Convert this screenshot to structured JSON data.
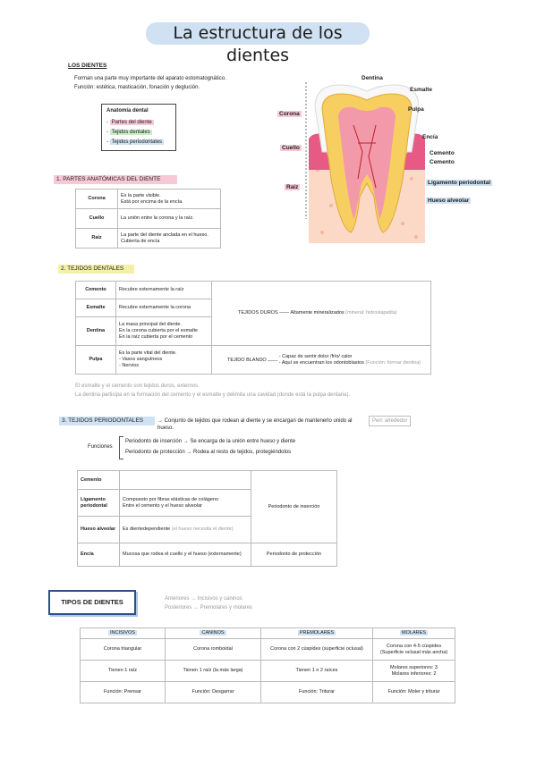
{
  "title": "La estructura de los dientes",
  "los_dientes": {
    "heading": "LOS DIENTES",
    "line1": "Forman una parte muy importante del aparato estomatognático.",
    "line2": "Función: estética, masticación, fonación y deglución."
  },
  "anatomia": {
    "heading": "Anatomía dental",
    "items": [
      "Partes del diente",
      "Tejidos dentales",
      "Tejidos periodontales"
    ]
  },
  "diagram_labels": {
    "dentina": "Dentina",
    "esmalte": "Esmalte",
    "pulpa": "Pulpa",
    "encia": "Encía",
    "cemento1": "Cemento",
    "cemento2": "Cemento",
    "ligamento": "Ligamento periodontal",
    "hueso": "Hueso alveolar",
    "corona": "Corona",
    "cuello": "Cuello",
    "raiz": "Raíz"
  },
  "partes": {
    "heading": "1.  PARTES ANATÓMICAS DEL DIENTE",
    "rows": [
      {
        "name": "Corona",
        "desc1": "Es la parte visible.",
        "desc2": "Está por encima de la encía."
      },
      {
        "name": "Cuello",
        "desc1": "La unión entre la corona y la raíz.",
        "desc2": ""
      },
      {
        "name": "Raíz",
        "desc1": "La parte del diente anclada en el hueso.",
        "desc2": "Cubierta de encía"
      }
    ]
  },
  "tejidos": {
    "heading": "2.  TEJIDOS DENTALES",
    "rows": [
      {
        "name": "Cemento",
        "desc": [
          "Recubre externamente la raíz"
        ]
      },
      {
        "name": "Esmalte",
        "desc": [
          "Recubre externamente la corona"
        ]
      },
      {
        "name": "Dentina",
        "desc": [
          "La masa principal del diente.",
          "En la corona cubierta por el esmalte",
          "En la raíz cubierta por el cemento"
        ]
      },
      {
        "name": "Pulpa",
        "desc": [
          "Es la parte vital del diente.",
          "- Vasos sanguíneos",
          "- Nervios"
        ]
      }
    ],
    "duros_label": "TEJIDOS DUROS",
    "duros_text": "Altamente mineralizados",
    "duros_note": "(mineral: hidroxiapatita)",
    "blando_label": "TEJIDO BLANDO",
    "blando_line1": "- Capaz de sentir dolor /frío/ calor",
    "blando_line2": "- Aquí se encuentran los odontoblastos",
    "blando_note": "(Función: formar dentina)",
    "note1": "El esmalte y el cemento son tejidos duros, externos.",
    "note2": "La dentina participa en la formación del cemento y el esmalte y delimita una cavidad (donde está la pulpa dentaria)."
  },
  "periodontales": {
    "heading": "3.  TEJIDOS PERIODONTALES",
    "desc": "Conjunto de tejidos que rodean al diente y se encargan de mantenerlo unido al hueso.",
    "tag": "Peri: alrededor",
    "funciones_label": "Funciones",
    "func1": "Periodonto de inserción → Se encarga de la unión entre hueso y diente",
    "func2": "Periodonto de protección → Rodea al resto de tejidos, protegiéndolos",
    "rows": [
      {
        "name": "Cemento",
        "desc": []
      },
      {
        "name": "Ligamento periodontal",
        "desc": [
          "Compuesto por fibras elásticas de colágeno",
          "Entre el cemento y el hueso alveolar"
        ]
      },
      {
        "name": "Hueso alveolar",
        "desc": [
          "Es dientedependiente",
          "(el hueso necesita el diente)"
        ]
      },
      {
        "name": "Encía",
        "desc": [
          "Mucosa que rodea el cuello y el hueso (externamente)"
        ]
      }
    ],
    "insercion": "Periodonto de inserción",
    "proteccion": "Periodonto de protección"
  },
  "tipos": {
    "heading": "TIPOS DE DIENTES",
    "note1": "Anteriores → Incisivos y caninos",
    "note2": "Posteriores → Premolares y molares",
    "columns": [
      "INCISIVOS",
      "CANINOS",
      "PREMOLARES",
      "MOLARES"
    ],
    "rows": [
      [
        "Corona triangular",
        "Corona romboidal",
        "Corona con 2 cúspides (superficie oclusal)",
        "Corona con 4-5 cúspides|(Superficie oclusal más ancha)"
      ],
      [
        "Tienen 1 raíz",
        "Tienen 1 raíz (la más larga)",
        "Tienen 1 o 2 raíces",
        "Molares superiores: 3|Molares inferiores: 2"
      ],
      [
        "Función: Prensar",
        "Función: Desgarrar",
        "Función: Triturar",
        "Función: Moler y triturar"
      ]
    ]
  }
}
